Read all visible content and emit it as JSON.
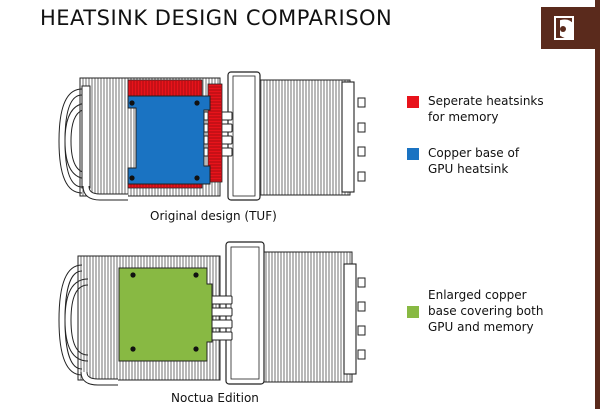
{
  "title": "HEATSINK DESIGN COMPARISON",
  "logo_icon": "noctua-owl-icon",
  "colors": {
    "memory_heatsink": "#e8131b",
    "gpu_base": "#1a73c2",
    "enlarged_base": "#88b943",
    "brand": "#5a2a1c"
  },
  "legend": [
    {
      "id": "memory",
      "text": "Seperate heatsinks\nfor memory",
      "color": "#e8131b"
    },
    {
      "id": "gpu",
      "text": "Copper base of\nGPU heatsink",
      "color": "#1a73c2"
    },
    {
      "id": "enlarged",
      "text": "Enlarged copper\nbase covering both\nGPU and memory",
      "color": "#88b943"
    }
  ],
  "diagrams": {
    "original": {
      "caption": "Original design (TUF)"
    },
    "noctua": {
      "caption": "Noctua Edition"
    }
  }
}
